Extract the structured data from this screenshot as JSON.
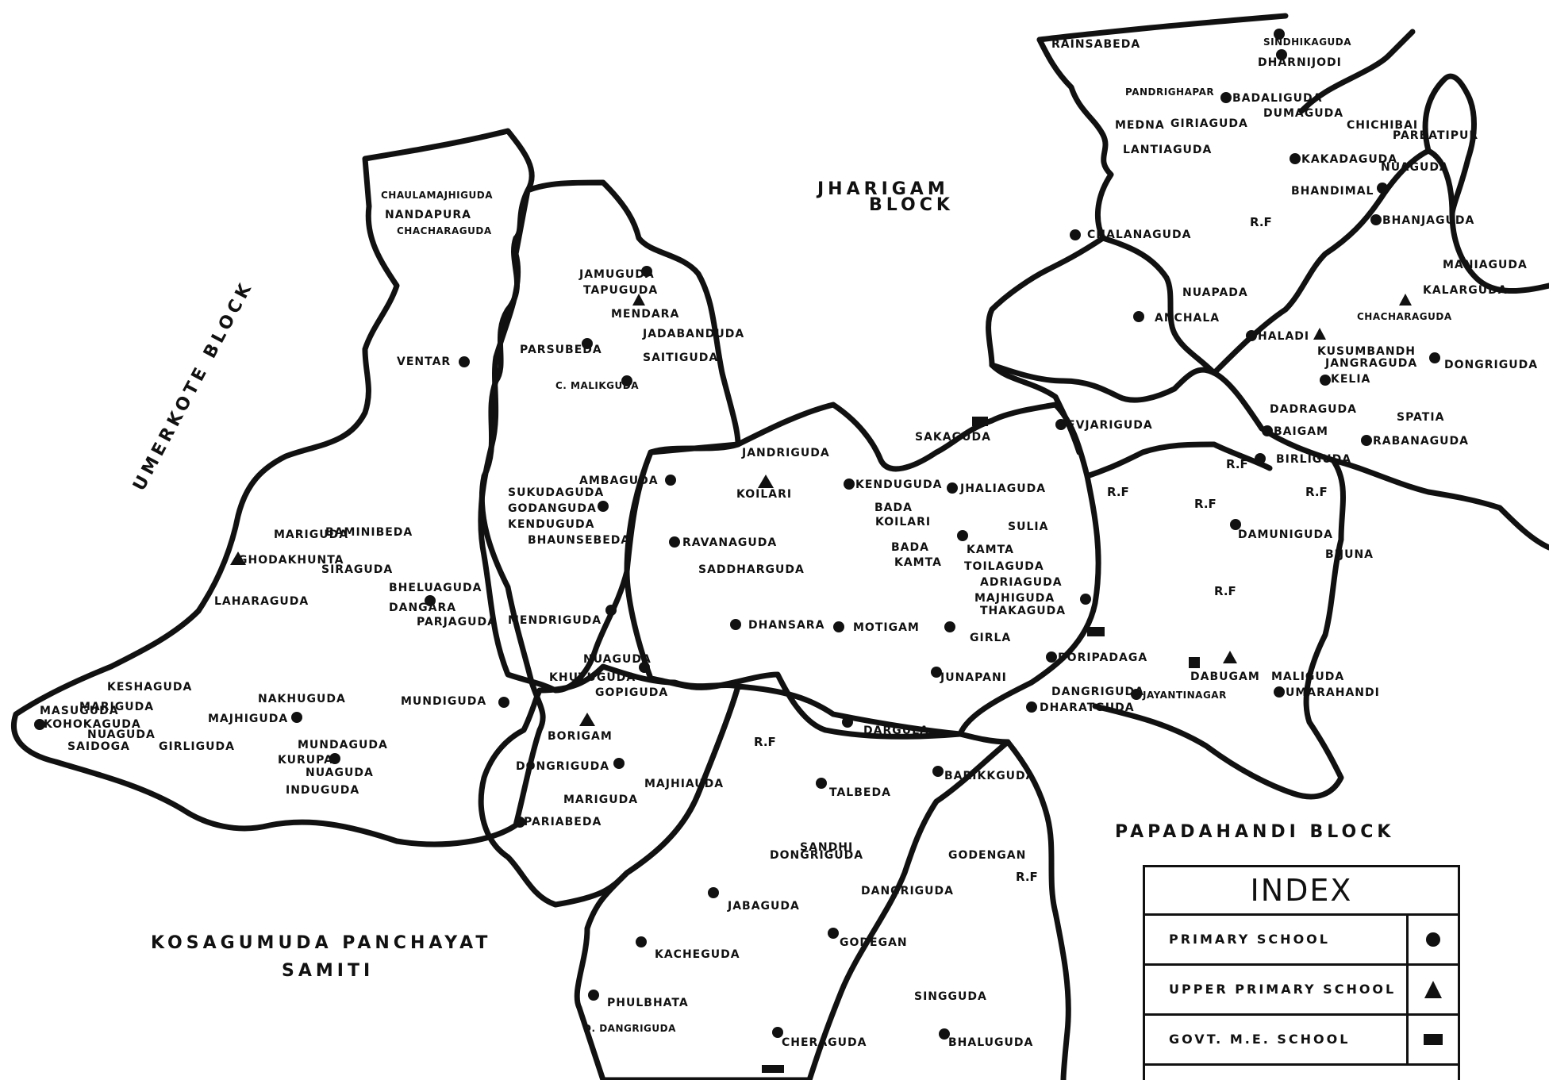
{
  "blocks": {
    "jharigam": "JHARIGAM",
    "jharigam_block": "BLOCK",
    "umerkote": "UMERKOTE BLOCK",
    "papadahandi": "PAPADAHANDI BLOCK",
    "kosagumuda_1": "KOSAGUMUDA PANCHAYAT",
    "kosagumuda_2": "SAMITI"
  },
  "index": {
    "title": "INDEX",
    "rows": [
      {
        "label": "PRIMARY SCHOOL",
        "symbol": "circle"
      },
      {
        "label": "UPPER PRIMARY SCHOOL",
        "symbol": "triangle"
      },
      {
        "label": "GOVT. M.E. SCHOOL",
        "symbol": "rectangle"
      }
    ]
  },
  "rf_label": "R.F",
  "places": [
    {
      "name": "CHAULAMAJHIGUDA",
      "dot": false
    },
    {
      "name": "NANDAPURA",
      "dot": false
    },
    {
      "name": "CHACHARAGUDA",
      "dot": false
    },
    {
      "name": "VENTAR",
      "dot": true
    },
    {
      "name": "JAMUGUDA",
      "dot": true
    },
    {
      "name": "TAPUGUDA",
      "dot": false
    },
    {
      "name": "MENDARA",
      "dot": false
    },
    {
      "name": "PARSUBEDA",
      "dot": true
    },
    {
      "name": "JADABANDUDA",
      "dot": false
    },
    {
      "name": "SAITIGUDA",
      "dot": false
    },
    {
      "name": "C. MALIKGUDA",
      "dot": true
    },
    {
      "name": "MARIGUDA",
      "dot": false
    },
    {
      "name": "BAMINIBEDA",
      "dot": false
    },
    {
      "name": "GHODAKHUNTA",
      "dot": false
    },
    {
      "name": "SIRAGUDA",
      "dot": false
    },
    {
      "name": "LAHARAGUDA",
      "dot": false
    },
    {
      "name": "BHELUAGUDA",
      "dot": false
    },
    {
      "name": "DANGARA",
      "dot": true
    },
    {
      "name": "PARJAGUDA",
      "dot": false
    },
    {
      "name": "AMBAGUDA",
      "dot": true
    },
    {
      "name": "SUKUDAGUDA",
      "dot": false
    },
    {
      "name": "GODANGUDA",
      "dot": true
    },
    {
      "name": "KENDUGUDA",
      "dot": false
    },
    {
      "name": "BHAUNSEBEDA",
      "dot": false
    },
    {
      "name": "MENDRIGUDA",
      "dot": true
    },
    {
      "name": "NUAGUDA",
      "dot": false
    },
    {
      "name": "KHUTUGUDA",
      "dot": true
    },
    {
      "name": "GOPIGUDA",
      "dot": false
    },
    {
      "name": "BORIGAM",
      "dot": false
    },
    {
      "name": "DONGRIGUDA",
      "dot": true
    },
    {
      "name": "MARIGUDA",
      "dot": false
    },
    {
      "name": "MAJHIAUDA",
      "dot": false
    },
    {
      "name": "PARIABEDA",
      "dot": true
    },
    {
      "name": "MASUGUDA",
      "dot": false
    },
    {
      "name": "KESHAGUDA",
      "dot": false
    },
    {
      "name": "MARIGUDA",
      "dot": false
    },
    {
      "name": "KOHOKAGUDA",
      "dot": true
    },
    {
      "name": "NUAGUDA",
      "dot": false
    },
    {
      "name": "SAIDOGA",
      "dot": false
    },
    {
      "name": "GIRLIGUDA",
      "dot": false
    },
    {
      "name": "NAKHUGUDA",
      "dot": false
    },
    {
      "name": "MAJHIGUDA",
      "dot": true
    },
    {
      "name": "MUNDIGUDA",
      "dot": true
    },
    {
      "name": "MUNDAGUDA",
      "dot": false
    },
    {
      "name": "KURUPA",
      "dot": true
    },
    {
      "name": "NUAGUDA",
      "dot": false
    },
    {
      "name": "INDUGUDA",
      "dot": false
    },
    {
      "name": "JANDRIGUDA",
      "dot": false
    },
    {
      "name": "KOILARI",
      "dot": false
    },
    {
      "name": "RAVANAGUDA",
      "dot": true
    },
    {
      "name": "SADDHARGUDA",
      "dot": false
    },
    {
      "name": "DHANSARA",
      "dot": true
    },
    {
      "name": "MOTIGAM",
      "dot": true
    },
    {
      "name": "KENDUGUDA",
      "dot": true
    },
    {
      "name": "BADA",
      "dot": false
    },
    {
      "name": "KOILARI",
      "dot": false
    },
    {
      "name": "BADA",
      "dot": false
    },
    {
      "name": "KAMTA",
      "dot": false
    },
    {
      "name": "KAMTA",
      "dot": true
    },
    {
      "name": "TOILAGUDA",
      "dot": false
    },
    {
      "name": "SAKAGUDA",
      "dot": false
    },
    {
      "name": "JHALIAGUDA",
      "dot": true
    },
    {
      "name": "SULIA",
      "dot": false
    },
    {
      "name": "ADRIAGUDA",
      "dot": false
    },
    {
      "name": "MAJHIGUDA",
      "dot": true
    },
    {
      "name": "THAKAGUDA",
      "dot": false
    },
    {
      "name": "GIRLA",
      "dot": true
    },
    {
      "name": "JUNAPANI",
      "dot": true
    },
    {
      "name": "DARGULA",
      "dot": true
    },
    {
      "name": "TALBEDA",
      "dot": true
    },
    {
      "name": "SANDHI",
      "dot": false
    },
    {
      "name": "DONGRIGUDA",
      "dot": false
    },
    {
      "name": "JABAGUDA",
      "dot": true
    },
    {
      "name": "KACHEGUDA",
      "dot": true
    },
    {
      "name": "PHULBHATA",
      "dot": true
    },
    {
      "name": "D. DANGRIGUDA",
      "dot": false
    },
    {
      "name": "BARIKKGUDA",
      "dot": true
    },
    {
      "name": "GODENGAN",
      "dot": false
    },
    {
      "name": "DANGRIGUDA",
      "dot": false
    },
    {
      "name": "GODEGAN",
      "dot": true
    },
    {
      "name": "SINGGUDA",
      "dot": false
    },
    {
      "name": "CHERAGUDA",
      "dot": true
    },
    {
      "name": "BHALUGUDA",
      "dot": true
    },
    {
      "name": "RAINSABEDA",
      "dot": false
    },
    {
      "name": "SINDHIKAGUDA",
      "dot": true
    },
    {
      "name": "DHARNIJODI",
      "dot": true
    },
    {
      "name": "PANDRIGHAPAR",
      "dot": false
    },
    {
      "name": "MEDNA",
      "dot": false
    },
    {
      "name": "GIRIAGUDA",
      "dot": false
    },
    {
      "name": "BADALIGUDA",
      "dot": true
    },
    {
      "name": "DUMAGUDA",
      "dot": false
    },
    {
      "name": "CHICHIBAI",
      "dot": false
    },
    {
      "name": "PARBATIPUR",
      "dot": false
    },
    {
      "name": "LANTIAGUDA",
      "dot": false
    },
    {
      "name": "KAKADAGUDA",
      "dot": true
    },
    {
      "name": "NUAGUDA",
      "dot": false
    },
    {
      "name": "BHANDIMAL",
      "dot": true
    },
    {
      "name": "BHANJAGUDA",
      "dot": true
    },
    {
      "name": "CHALANAGUDA",
      "dot": true
    },
    {
      "name": "NUAPADA",
      "dot": false
    },
    {
      "name": "ANCHALA",
      "dot": true
    },
    {
      "name": "HALADI",
      "dot": true
    },
    {
      "name": "KUSUMBANDH",
      "dot": false
    },
    {
      "name": "JANGRAGUDA",
      "dot": false
    },
    {
      "name": "KELIA",
      "dot": true
    },
    {
      "name": "CHACHARAGUDA",
      "dot": false
    },
    {
      "name": "KALARGUDA",
      "dot": false
    },
    {
      "name": "MANIAGUDA",
      "dot": false
    },
    {
      "name": "DONGRIGUDA",
      "dot": true
    },
    {
      "name": "BAIGAM",
      "dot": true
    },
    {
      "name": "DADRAGUDA",
      "dot": false
    },
    {
      "name": "SPATIA",
      "dot": false
    },
    {
      "name": "RABANAGUDA",
      "dot": true
    },
    {
      "name": "BIRLIGUDA",
      "dot": true
    },
    {
      "name": "DAMUNIGUDA",
      "dot": true
    },
    {
      "name": "BIJUNA",
      "dot": false
    },
    {
      "name": "BORIPADAGA",
      "dot": true
    },
    {
      "name": "DANGRIGUDA",
      "dot": false
    },
    {
      "name": "DHARATGUDA",
      "dot": true
    },
    {
      "name": "JAYANTINAGAR",
      "dot": true
    },
    {
      "name": "DABUGAM",
      "dot": false
    },
    {
      "name": "UMARAHANDI",
      "dot": true
    },
    {
      "name": "MALIGUDA",
      "dot": false
    },
    {
      "name": "EVJARIGUDA",
      "dot": true
    }
  ]
}
